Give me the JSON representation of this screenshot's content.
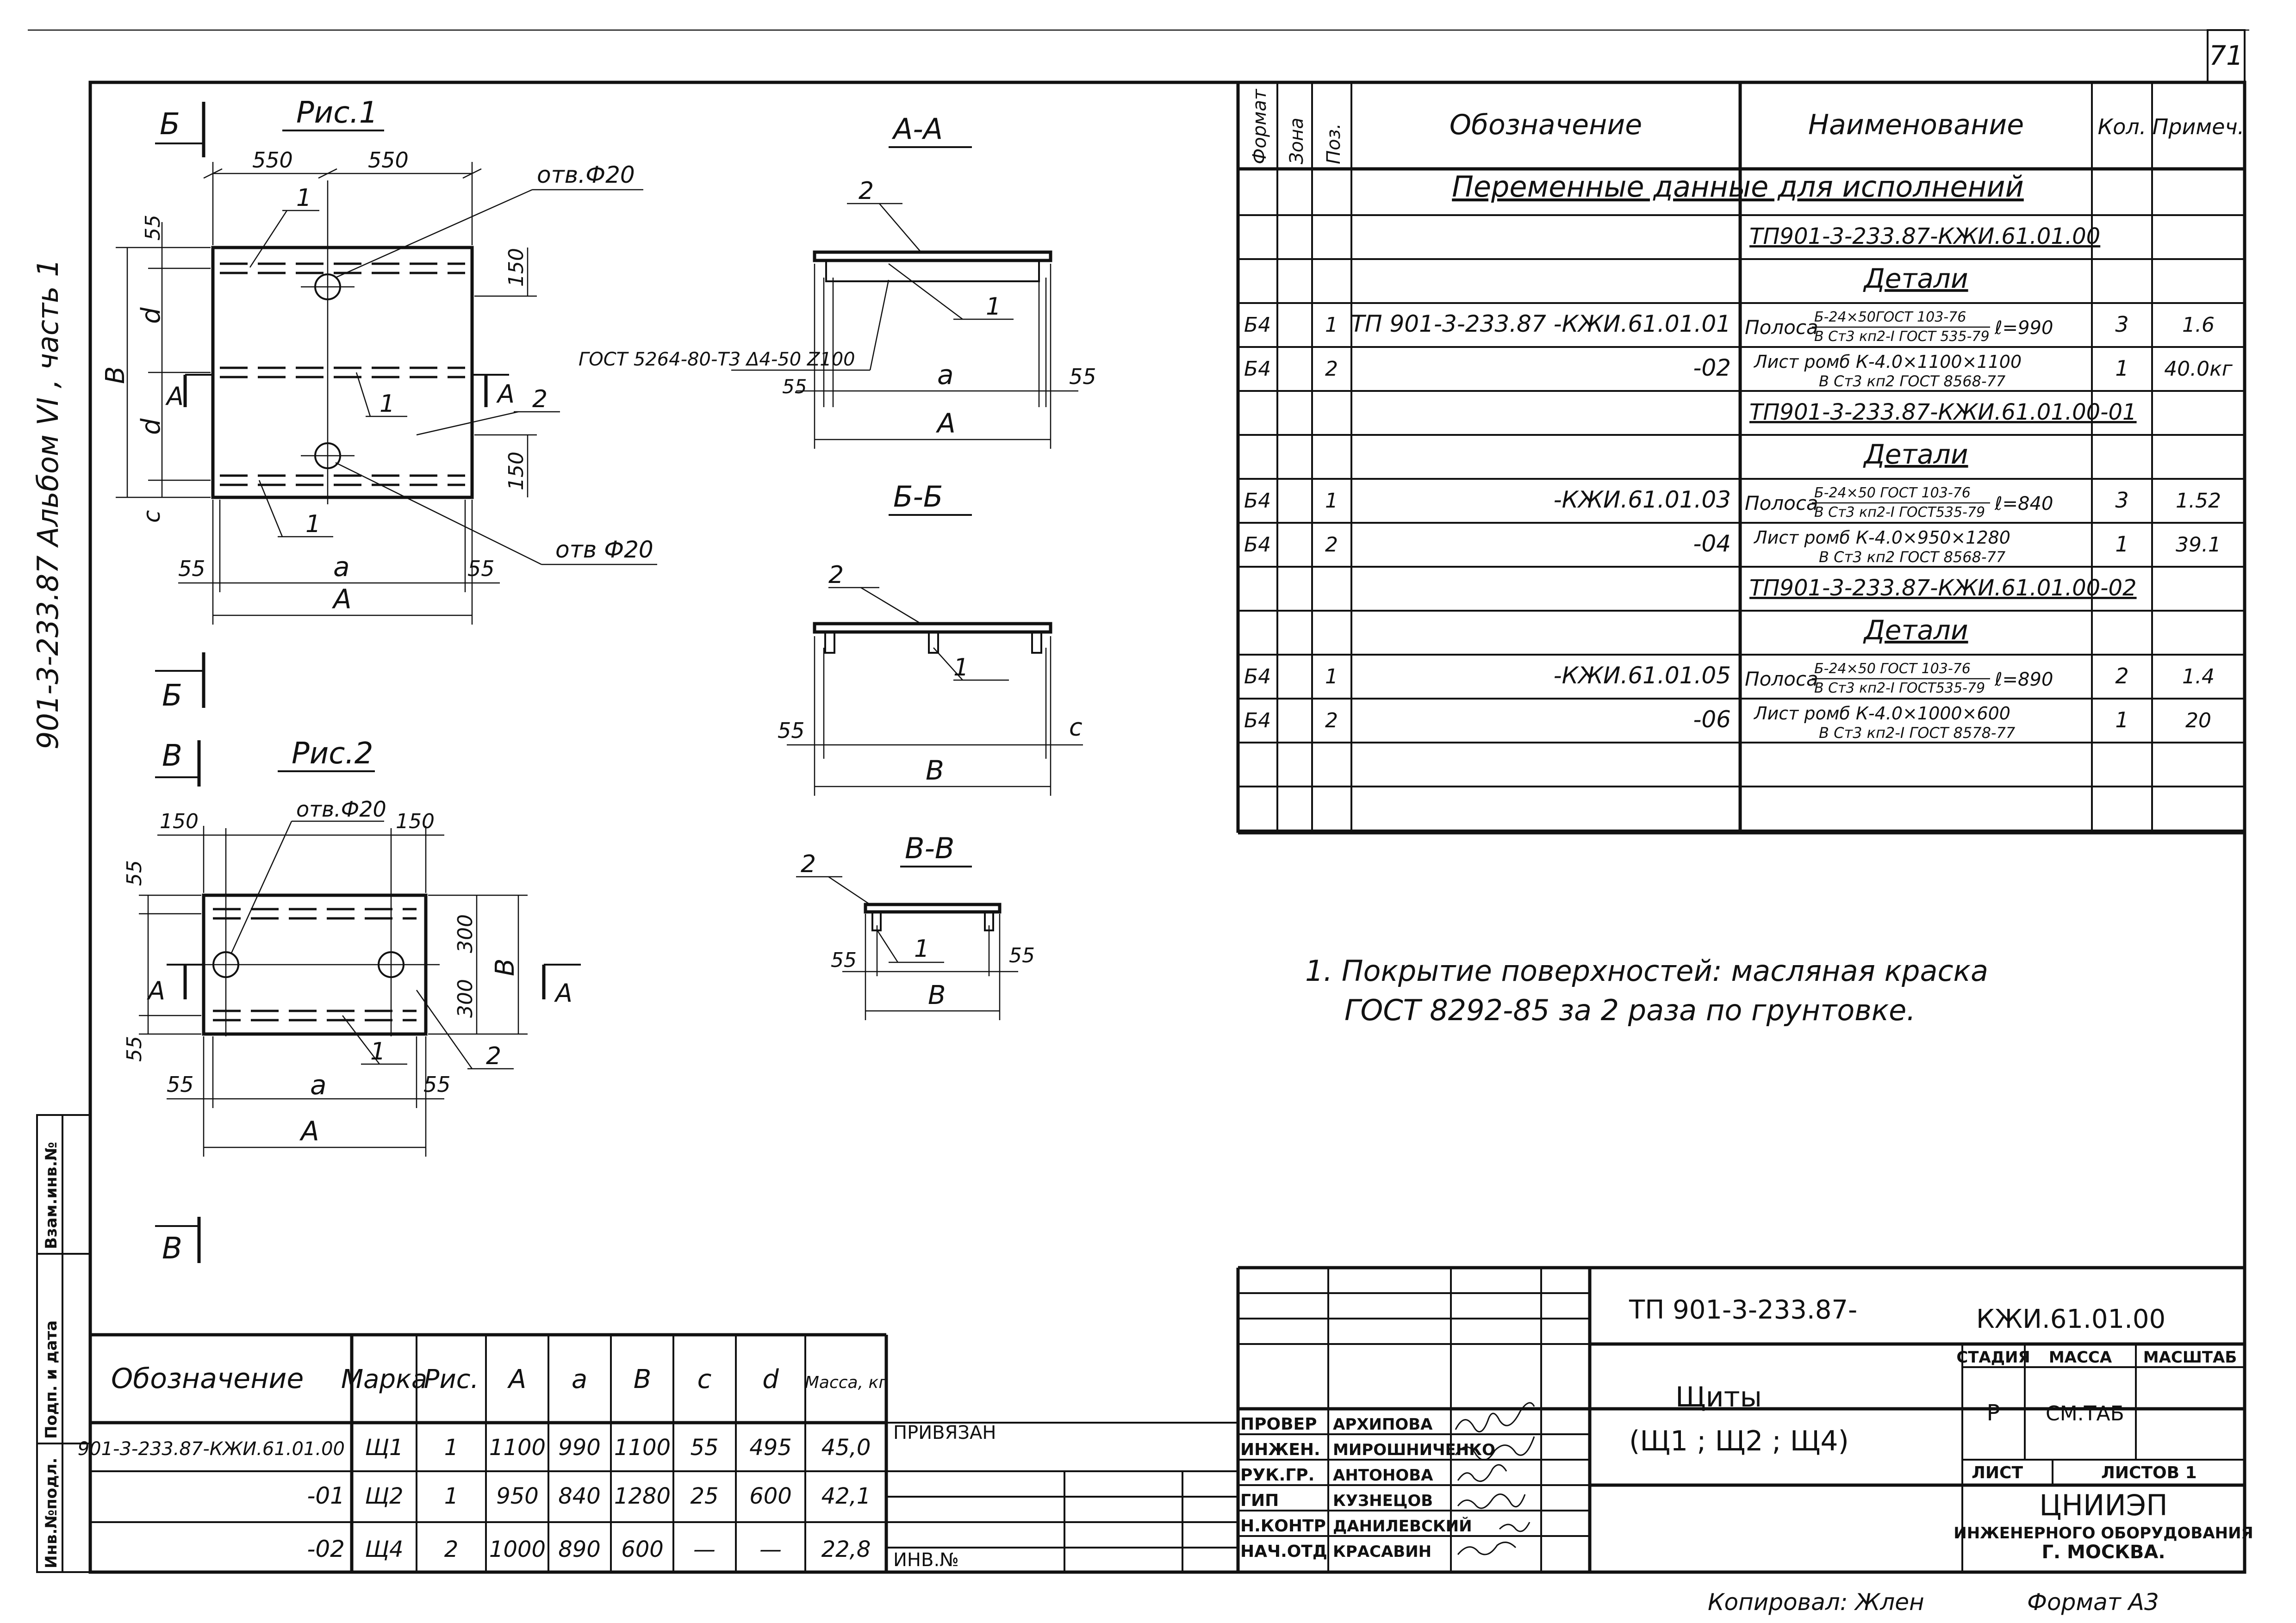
{
  "sheet_number": "71",
  "side_caption": "901-3-233.87    Альбом VI , часть 1",
  "side_stamp": [
    "Инв.№подл.",
    "Подп. и дата",
    "Взам.инв.№"
  ],
  "figures": {
    "fig1": {
      "title": "Рис.1",
      "section_mark": "Б",
      "section_mark_a": "А",
      "hole_top": "отв.Ф20",
      "hole_bottom": "отв Ф20",
      "dims": {
        "d550a": "550",
        "d550b": "550",
        "d55t": "55",
        "d150t": "150",
        "d150b": "150",
        "d": "d",
        "B": "В",
        "c": "с",
        "a": "а",
        "A": "А",
        "d55l": "55",
        "d55r": "55"
      },
      "pos": [
        "1",
        "1",
        "1",
        "2"
      ]
    },
    "fig2": {
      "title": "Рис.2",
      "section_mark": "В",
      "section_mark_a": "А",
      "hole": "отв.Ф20",
      "dims": {
        "d150l": "150",
        "d150r": "150",
        "d55t": "55",
        "d55b": "55",
        "d300a": "300",
        "d300b": "300",
        "B": "В",
        "a": "а",
        "A": "А",
        "d55l": "55",
        "d55r": "55"
      },
      "pos": [
        "1",
        "2"
      ]
    },
    "secAA": {
      "title": "А-А",
      "pos": [
        "2",
        "1"
      ],
      "weld": "ГОСТ 5264-80-Т3 Δ4-50 Z100",
      "dims": {
        "d55l": "55",
        "a": "а",
        "d55r": "55",
        "A": "А"
      }
    },
    "secBB": {
      "title": "Б-Б",
      "pos": [
        "2",
        "1"
      ],
      "dims": {
        "d55": "55",
        "c": "с",
        "B": "В"
      }
    },
    "secVV": {
      "title": "В-В",
      "pos": [
        "2",
        "1"
      ],
      "dims": {
        "d55l": "55",
        "d55r": "55",
        "B": "В"
      }
    }
  },
  "spec": {
    "headers": {
      "format": "Формат",
      "zone": "Зона",
      "pos": "Поз.",
      "designation": "Обозначение",
      "name": "Наименование",
      "qty": "Кол.",
      "note": "Примеч."
    },
    "section_title": "Переменные данные для исполнений",
    "rows": [
      {
        "fmt": "",
        "pos": "",
        "des": "",
        "name": "ТП901-3-233.87-КЖИ.61.01.00",
        "qty": "",
        "note": "",
        "kind": "ref"
      },
      {
        "fmt": "",
        "pos": "",
        "des": "",
        "name": "Детали",
        "qty": "",
        "note": "",
        "kind": "head"
      },
      {
        "fmt": "Б4",
        "pos": "1",
        "des": "ТП 901-3-233.87 -КЖИ.61.01.01",
        "name": "Полоса",
        "frac_top": "Б-24×50ГОСТ 103-76",
        "frac_bot": "В Ст3 кп2-I ГОСТ 535-79",
        "len": "ℓ=990",
        "qty": "3",
        "note": "1.6",
        "kind": "frac"
      },
      {
        "fmt": "Б4",
        "pos": "2",
        "des": "-02",
        "name": "Лист ромб К-4.0×1100×1100",
        "name2": "В Ст3 кп2 ГОСТ 8568-77",
        "qty": "1",
        "note": "40.0кг",
        "kind": "two"
      },
      {
        "fmt": "",
        "pos": "",
        "des": "",
        "name": "ТП901-3-233.87-КЖИ.61.01.00-01",
        "qty": "",
        "note": "",
        "kind": "ref"
      },
      {
        "fmt": "",
        "pos": "",
        "des": "",
        "name": "Детали",
        "qty": "",
        "note": "",
        "kind": "head"
      },
      {
        "fmt": "Б4",
        "pos": "1",
        "des": "-КЖИ.61.01.03",
        "name": "Полоса",
        "frac_top": "Б-24×50 ГОСТ 103-76",
        "frac_bot": "В Ст3 кп2-I ГОСТ535-79",
        "len": "ℓ=840",
        "qty": "3",
        "note": "1.52",
        "kind": "frac"
      },
      {
        "fmt": "Б4",
        "pos": "2",
        "des": "-04",
        "name": "Лист ромб К-4.0×950×1280",
        "name2": "В Ст3 кп2 ГОСТ 8568-77",
        "qty": "1",
        "note": "39.1",
        "kind": "two"
      },
      {
        "fmt": "",
        "pos": "",
        "des": "",
        "name": "ТП901-3-233.87-КЖИ.61.01.00-02",
        "qty": "",
        "note": "",
        "kind": "ref"
      },
      {
        "fmt": "",
        "pos": "",
        "des": "",
        "name": "Детали",
        "qty": "",
        "note": "",
        "kind": "head"
      },
      {
        "fmt": "Б4",
        "pos": "1",
        "des": "-КЖИ.61.01.05",
        "name": "Полоса",
        "frac_top": "Б-24×50 ГОСТ 103-76",
        "frac_bot": "В Ст3 кп2-I ГОСТ535-79",
        "len": "ℓ=890",
        "qty": "2",
        "note": "1.4",
        "kind": "frac"
      },
      {
        "fmt": "Б4",
        "pos": "2",
        "des": "-06",
        "name": "Лист ромб К-4.0×1000×600",
        "name2": "В Ст3 кп2-I ГОСТ 8578-77",
        "qty": "1",
        "note": "20",
        "kind": "two"
      },
      {
        "fmt": "",
        "pos": "",
        "des": "",
        "name": "",
        "qty": "",
        "note": "",
        "kind": "empty"
      },
      {
        "fmt": "",
        "pos": "",
        "des": "",
        "name": "",
        "qty": "",
        "note": "",
        "kind": "empty"
      }
    ]
  },
  "notes": [
    "1. Покрытие поверхностей: масляная краска",
    "ГОСТ 8292-85 за 2 раза по грунтовке."
  ],
  "variants": {
    "headers": [
      "Обозначение",
      "Марка",
      "Рис.",
      "А",
      "а",
      "В",
      "с",
      "d",
      "Масса, кг"
    ],
    "rows": [
      [
        "901-3-233.87-КЖИ.61.01.00",
        "Щ1",
        "1",
        "1100",
        "990",
        "1100",
        "55",
        "495",
        "45,0"
      ],
      [
        "-01",
        "Щ2",
        "1",
        "950",
        "840",
        "1280",
        "25",
        "600",
        "42,1"
      ],
      [
        "-02",
        "Щ4",
        "2",
        "1000",
        "890",
        "600",
        "—",
        "—",
        "22,8"
      ]
    ]
  },
  "attach": {
    "privyazan": "ПРИВЯЗАН",
    "inv": "ИНВ.№"
  },
  "title_block": {
    "code": "ТП 901-3-233.87-",
    "code2": "КЖИ.61.01.00",
    "name_line1": "Щиты",
    "name_line2": "(Щ1 ; Щ2 ; Щ4)",
    "stage_h": "СТАДИЯ",
    "mass_h": "МАССА",
    "scale_h": "МАСШТАБ",
    "stage": "Р",
    "mass": "СМ.ТАБ",
    "sheet_h": "ЛИСТ",
    "sheets_h": "ЛИСТОВ 1",
    "org1": "ЦНИИЭП",
    "org2": "ИНЖЕНЕРНОГО ОБОРУДОВАНИЯ",
    "org3": "Г. МОСКВА.",
    "roles": [
      {
        "role": "ПРОВЕР",
        "name": "АРХИПОВА"
      },
      {
        "role": "ИНЖЕН.",
        "name": "МИРОШНИЧЕНКО"
      },
      {
        "role": "РУК.ГР.",
        "name": "АНТОНОВА"
      },
      {
        "role": "ГИП",
        "name": "КУЗНЕЦОВ"
      },
      {
        "role": "Н.КОНТР",
        "name": "ДАНИЛЕВСКИЙ"
      },
      {
        "role": "НАЧ.ОТД",
        "name": "КРАСАВИН"
      }
    ]
  },
  "footer": {
    "copied": "Копировал: Жлен",
    "format": "Формат А3"
  }
}
